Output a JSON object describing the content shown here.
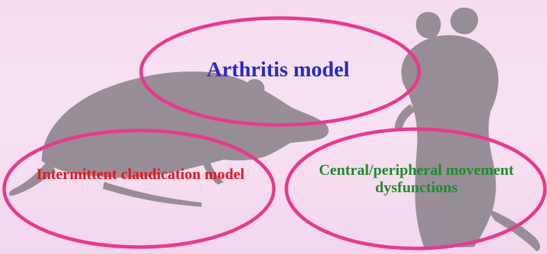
{
  "diagram": {
    "nodes": [
      {
        "id": "arthritis",
        "label": "Arthritis model",
        "color": "#2b2bbf"
      },
      {
        "id": "claudication",
        "label": "Intermittent claudication model",
        "color": "#e8141e"
      },
      {
        "id": "central",
        "label": "Central/peripheral movement dysfunctions",
        "color": "#1f8a2a"
      }
    ],
    "ellipse_stroke_color": "#e8398f",
    "silhouette_color": "#8f8790",
    "background_color": "#f5dcef"
  }
}
